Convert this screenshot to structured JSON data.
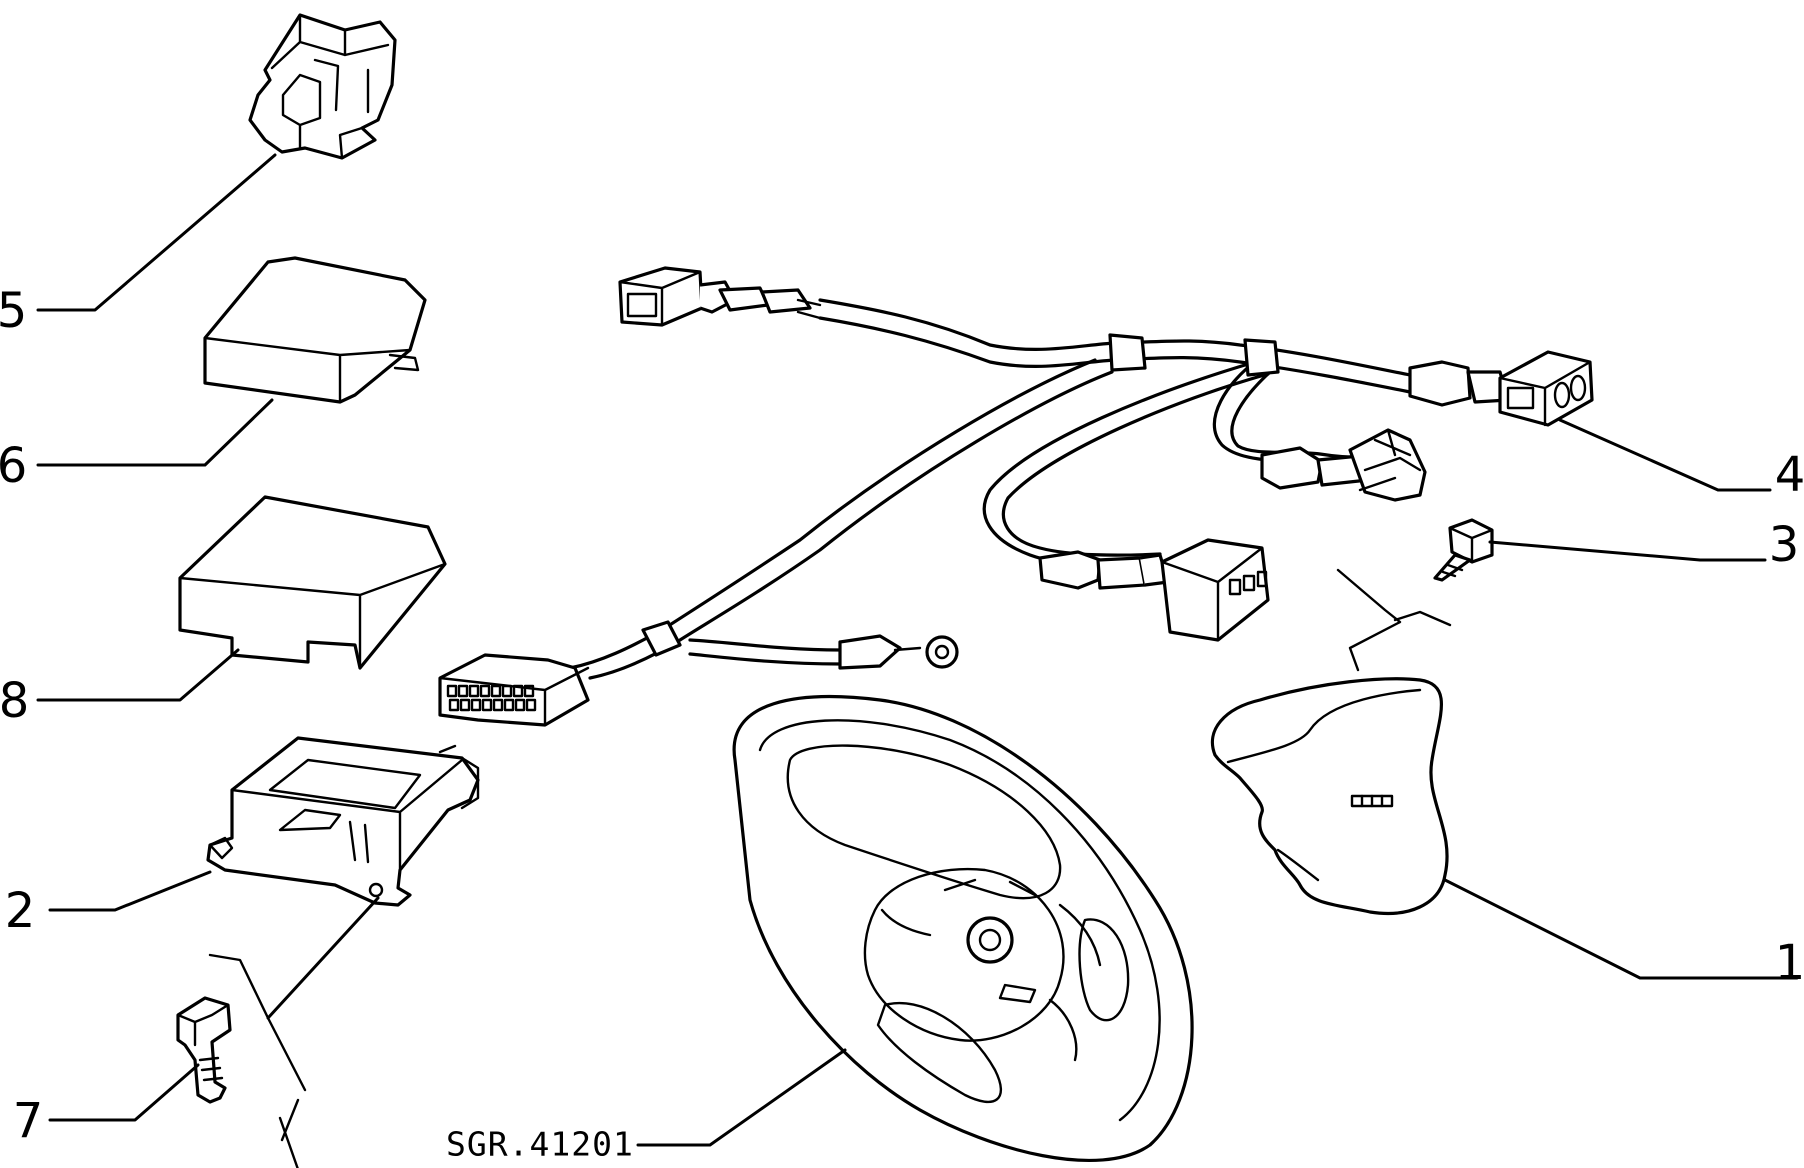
{
  "diagram": {
    "callouts": [
      {
        "label": "1",
        "part": "airbag-module"
      },
      {
        "label": "2",
        "part": "control-unit"
      },
      {
        "label": "3",
        "part": "screw"
      },
      {
        "label": "4",
        "part": "connector-right"
      },
      {
        "label": "5",
        "part": "clip"
      },
      {
        "label": "6",
        "part": "cover"
      },
      {
        "label": "7",
        "part": "bolt"
      },
      {
        "label": "8",
        "part": "bracket-cover"
      }
    ],
    "reference_code": "SGR.41201"
  }
}
